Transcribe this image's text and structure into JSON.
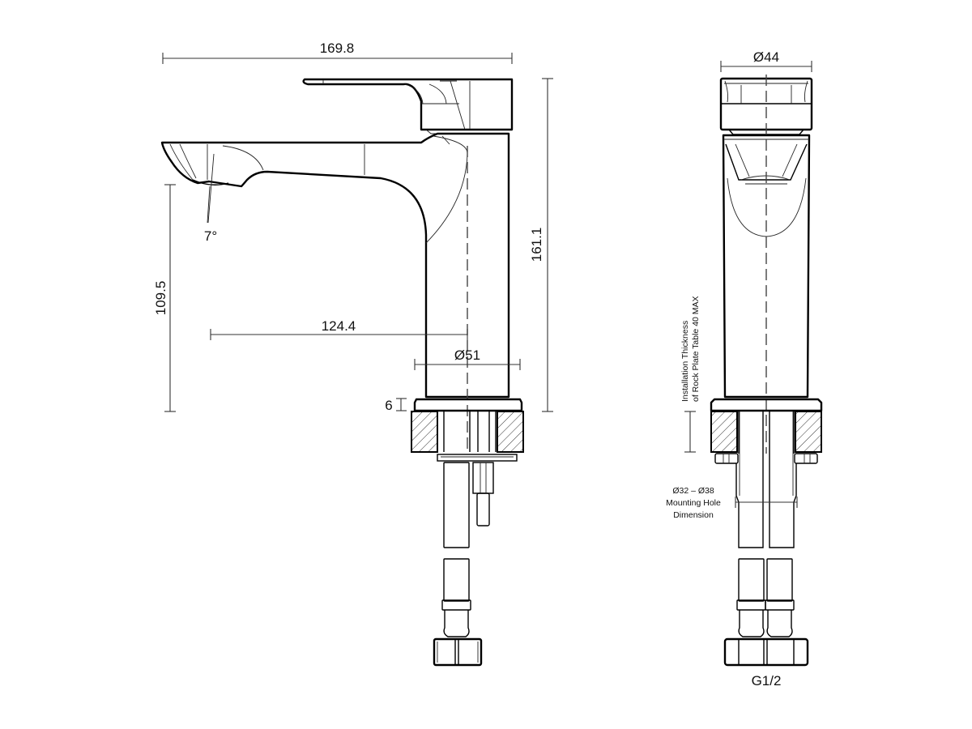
{
  "drawing": {
    "subject": "Basin mixer tap technical drawing",
    "front_view": {
      "overall_width": "169.8",
      "overall_height": "161.1",
      "spout_height": "109.5",
      "spout_reach": "124.4",
      "body_diameter": "Ø51",
      "base_thickness": "6",
      "aerator_angle": "7°"
    },
    "side_view": {
      "head_diameter": "Ø44",
      "installation_note_line1": "Installation Thickness",
      "installation_note_line2": "of Rock Plate Table 40 MAX",
      "mounting_hole_line1": "Ø32 – Ø38",
      "mounting_hole_line2": "Mounting Hole",
      "mounting_hole_line3": "Dimension",
      "connection_thread": "G1/2"
    }
  },
  "colors": {
    "line": "#000000",
    "dimension": "#333333",
    "background": "#ffffff"
  }
}
